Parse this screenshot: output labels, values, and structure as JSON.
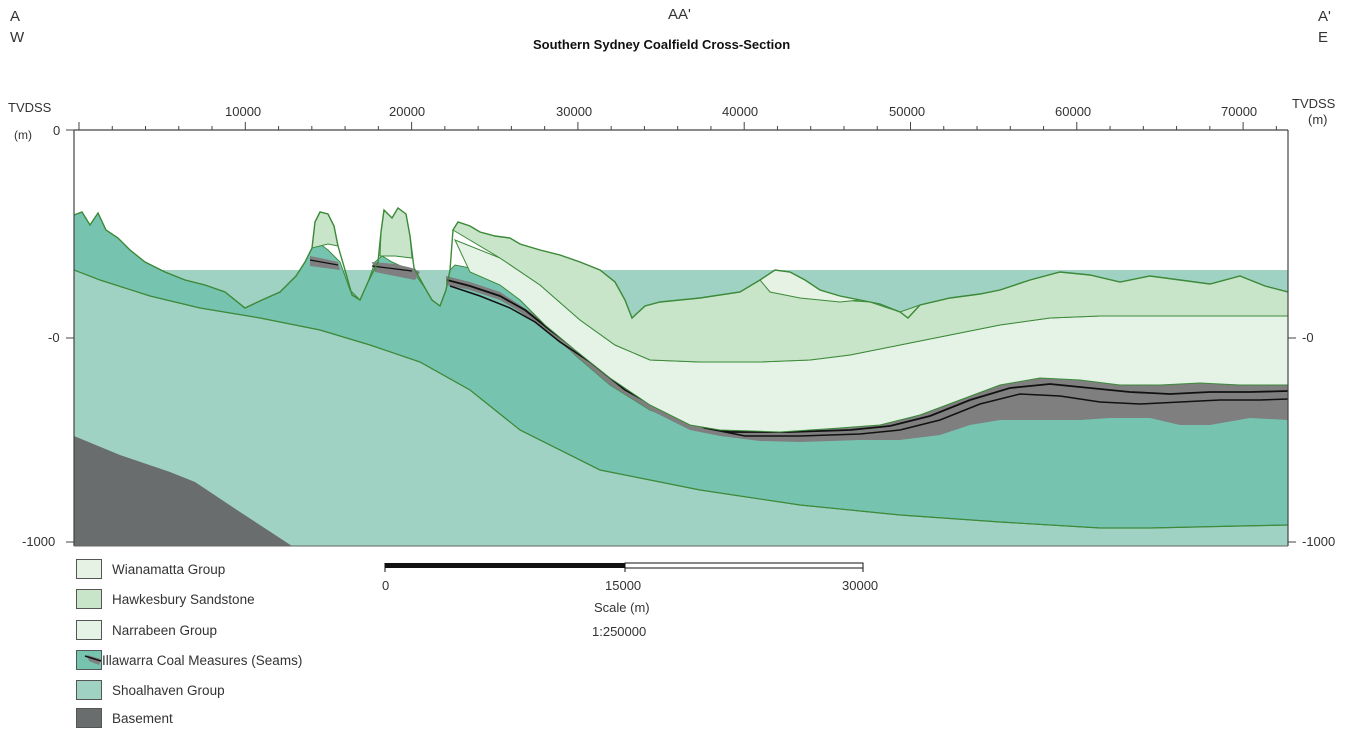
{
  "header": {
    "left_top": "A",
    "left_bottom": "W",
    "center_top": "AA'",
    "title": "Southern Sydney Coalfield Cross-Section",
    "right_top": "A'",
    "right_bottom": "E"
  },
  "axes": {
    "left_label_top": "TVDSS",
    "left_label_unit": "(m)",
    "right_label_top": "TVDSS",
    "right_label_unit": "(m)",
    "x_ticks": [
      "10000",
      "20000",
      "30000",
      "40000",
      "50000",
      "60000",
      "70000"
    ],
    "left_y_ticks": [
      "0",
      "-0",
      "-1000"
    ],
    "right_y_ticks": [
      "-0",
      "-1000"
    ]
  },
  "legend": [
    {
      "label": "Wianamatta Group",
      "color": "#e6f2e4"
    },
    {
      "label": "Hawkesbury Sandstone",
      "color": "#c8e5c9"
    },
    {
      "label": "Narrabeen Group",
      "color": "#e4f3e6"
    },
    {
      "label": "Illawarra Coal Measures (Seams)",
      "color": "#76c4b0"
    },
    {
      "label": "Shoalhaven Group",
      "color": "#9fd2c3"
    },
    {
      "label": "Basement",
      "color": "#6a6d6e"
    }
  ],
  "scale_bar": {
    "tick_0": "0",
    "tick_mid": "15000",
    "tick_end": "30000",
    "caption": "Scale (m)",
    "ratio": "1:250000"
  },
  "colors": {
    "outline": "#3d8a3a",
    "coal": "#7f7f7f",
    "seam": "#111111"
  }
}
